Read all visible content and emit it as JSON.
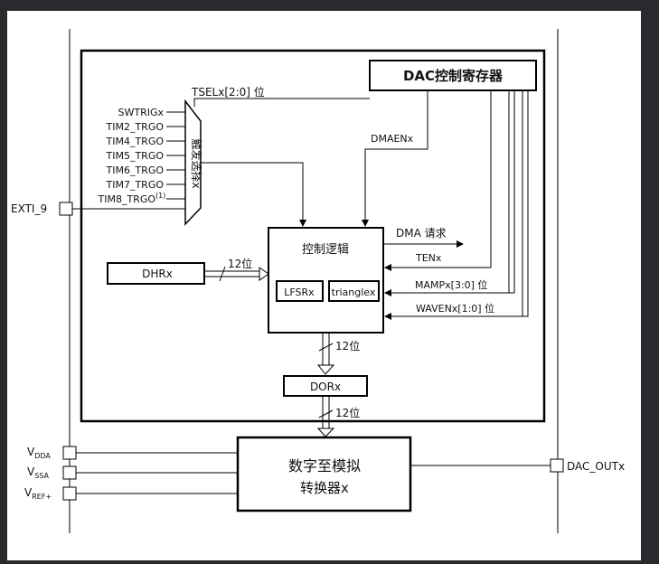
{
  "dac_control_register": "DAC控制寄存器",
  "tsel_label": "TSELx[2:0] 位",
  "dmaen_label": "DMAENx",
  "trigger_selector": "触发选择x",
  "trigger_inputs": [
    "SWTRIGx",
    "TIM2_TRGO",
    "TIM4_TRGO",
    "TIM5_TRGO",
    "TIM6_TRGO",
    "TIM7_TRGO",
    "TIM8_TRGO"
  ],
  "trigger_superscript": "(1)",
  "exti_pin": "EXTI_9",
  "control_logic": "控制逻辑",
  "lfsr": "LFSRx",
  "triangle": "trianglex",
  "dma_request": "DMA 请求",
  "ten": "TENx",
  "mamp": "MAMPx[3:0] 位",
  "waven": "WAVENx[1:0] 位",
  "dhr": "DHRx",
  "bus_width": "12位",
  "dor": "DORx",
  "converter_line1": "数字至模拟",
  "converter_line2": "转换器x",
  "power_pins": [
    {
      "main": "V",
      "sub": "DDA"
    },
    {
      "main": "V",
      "sub": "SSA"
    },
    {
      "main": "V",
      "sub": "REF+"
    }
  ],
  "output_pin": "DAC_OUTx",
  "colors": {
    "background": "#2a2a2e",
    "panel": "#ffffff",
    "line": "#000000"
  }
}
